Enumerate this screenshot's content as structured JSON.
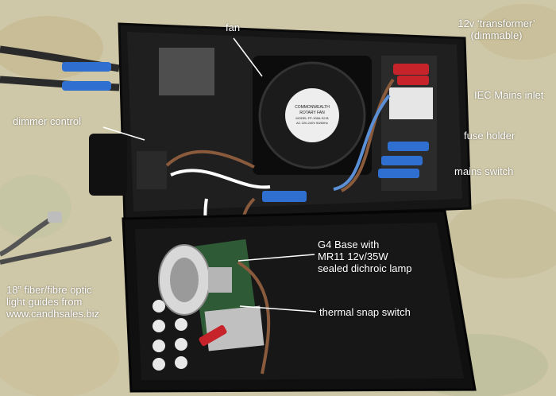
{
  "colors": {
    "background_fabric": "#cfc8a8",
    "enclosure": "#141414",
    "lid": "#0e0e0e",
    "wire_blue": "#2f6fd0",
    "wire_red": "#c7232a",
    "wire_brown": "#8a5a3c",
    "pcb_green": "#2f5a36",
    "label_text": "#ffffff",
    "leader_line": "#ffffff"
  },
  "icons": [
    "fan-icon",
    "lamp-icon",
    "fiber-cable-icon"
  ],
  "annotations": {
    "fan": "fan",
    "transformer_line1": "12v ‘transformer’",
    "transformer_line2": "(dimmable)",
    "iec_inlet": "IEC Mains inlet",
    "fuse_holder": "fuse holder",
    "mains_switch": "mains switch",
    "dimmer_control": "dimmer control",
    "lamp_line1": "G4 Base with",
    "lamp_line2": "MR11 12v/35W",
    "lamp_line3": "sealed dichroic lamp",
    "thermal_switch": "thermal snap switch",
    "fiber_line1": "18” fiber/fibre optic",
    "fiber_line2": "light guides from",
    "fiber_line3": "www.candhsales.biz"
  },
  "fan_sticker": {
    "brand": "COMMONWEALTH",
    "model_type": "ROTARY FAN",
    "model": "MODEL FP-108A-S2-B",
    "rating": "AC 220-240V 50/60Hz"
  }
}
